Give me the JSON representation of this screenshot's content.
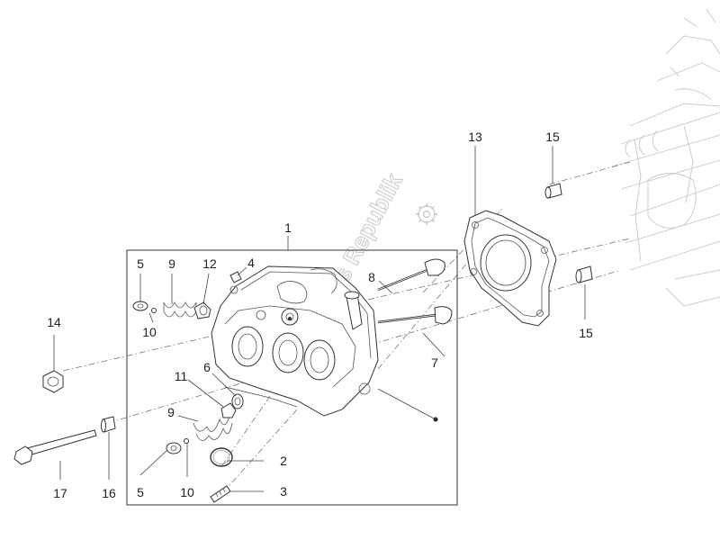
{
  "watermark": {
    "text": "Parts Republik"
  },
  "callouts": [
    {
      "id": "1",
      "text": "1"
    },
    {
      "id": "2",
      "text": "2"
    },
    {
      "id": "3",
      "text": "3"
    },
    {
      "id": "4",
      "text": "4"
    },
    {
      "id": "5a",
      "text": "5"
    },
    {
      "id": "5b",
      "text": "5"
    },
    {
      "id": "6",
      "text": "6"
    },
    {
      "id": "7",
      "text": "7"
    },
    {
      "id": "8",
      "text": "8"
    },
    {
      "id": "9a",
      "text": "9"
    },
    {
      "id": "9b",
      "text": "9"
    },
    {
      "id": "10a",
      "text": "10"
    },
    {
      "id": "10b",
      "text": "10"
    },
    {
      "id": "11",
      "text": "11"
    },
    {
      "id": "12",
      "text": "12"
    },
    {
      "id": "13",
      "text": "13"
    },
    {
      "id": "14",
      "text": "14"
    },
    {
      "id": "15a",
      "text": "15"
    },
    {
      "id": "15b",
      "text": "15"
    },
    {
      "id": "16",
      "text": "16"
    },
    {
      "id": "17",
      "text": "17"
    }
  ]
}
